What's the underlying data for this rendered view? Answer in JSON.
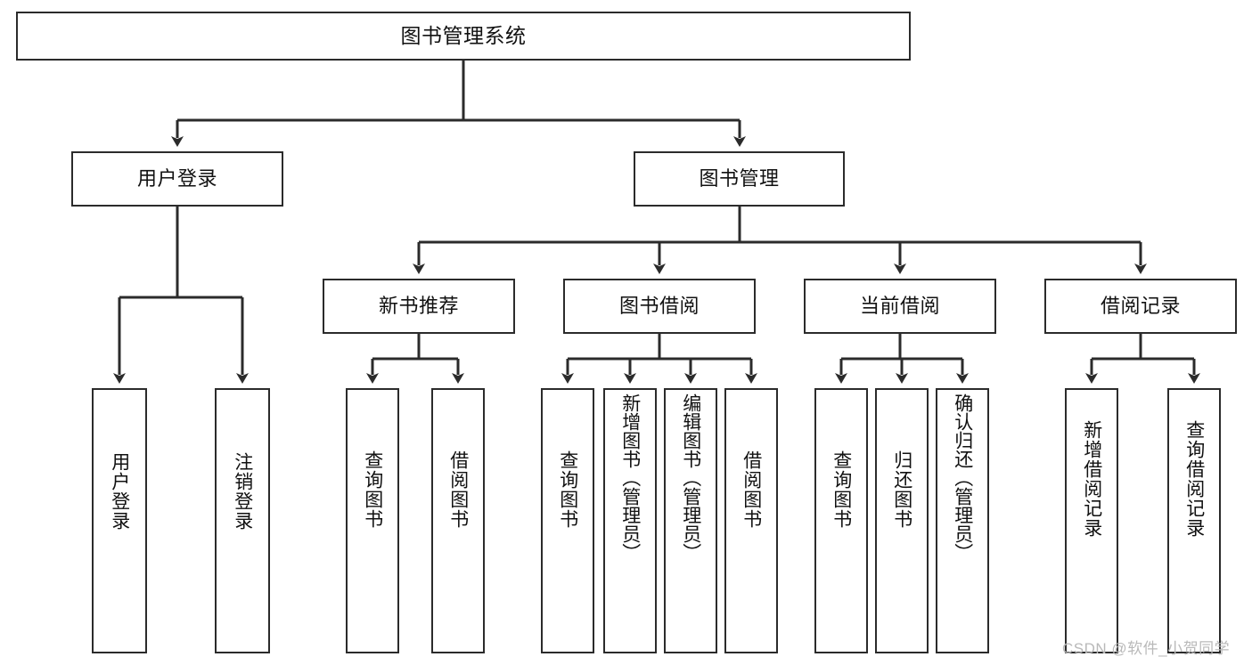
{
  "diagram": {
    "title": "图书管理系统",
    "type": "tree-hierarchy",
    "root": {
      "id": "root",
      "label": "图书管理系统"
    },
    "level2": [
      {
        "id": "user-login",
        "label": "用户登录"
      },
      {
        "id": "book-manage",
        "label": "图书管理"
      }
    ],
    "level3": [
      {
        "id": "new-book-rec",
        "label": "新书推荐",
        "parent": "book-manage"
      },
      {
        "id": "book-borrow",
        "label": "图书借阅",
        "parent": "book-manage"
      },
      {
        "id": "current-borrow",
        "label": "当前借阅",
        "parent": "book-manage"
      },
      {
        "id": "borrow-record",
        "label": "借阅记录",
        "parent": "book-manage"
      }
    ],
    "leaves": [
      {
        "id": "leaf-user-login",
        "label": "用户登录",
        "parent": "user-login"
      },
      {
        "id": "leaf-logout-login",
        "label": "注销登录",
        "parent": "user-login"
      },
      {
        "id": "leaf-query-book-1",
        "label": "查询图书",
        "parent": "new-book-rec"
      },
      {
        "id": "leaf-borrow-book-1",
        "label": "借阅图书",
        "parent": "new-book-rec"
      },
      {
        "id": "leaf-query-book-2",
        "label": "查询图书",
        "parent": "book-borrow"
      },
      {
        "id": "leaf-add-book",
        "label": "新增图书（管理员）",
        "parent": "book-borrow"
      },
      {
        "id": "leaf-edit-book",
        "label": "编辑图书（管理员）",
        "parent": "book-borrow"
      },
      {
        "id": "leaf-borrow-book-2",
        "label": "借阅图书",
        "parent": "book-borrow"
      },
      {
        "id": "leaf-query-book-3",
        "label": "查询图书",
        "parent": "current-borrow"
      },
      {
        "id": "leaf-return-book",
        "label": "归还图书",
        "parent": "current-borrow"
      },
      {
        "id": "leaf-confirm-return",
        "label": "确认归还（管理员）",
        "parent": "current-borrow"
      },
      {
        "id": "leaf-add-record",
        "label": "新增借阅记录",
        "parent": "borrow-record"
      },
      {
        "id": "leaf-query-record",
        "label": "查询借阅记录",
        "parent": "borrow-record"
      }
    ],
    "watermark": "CSDN @软件_小贺同学",
    "colors": {
      "stroke": "#2b2b2b",
      "text": "#111111",
      "background": "#ffffff",
      "watermark": "#b9b9b9"
    }
  }
}
